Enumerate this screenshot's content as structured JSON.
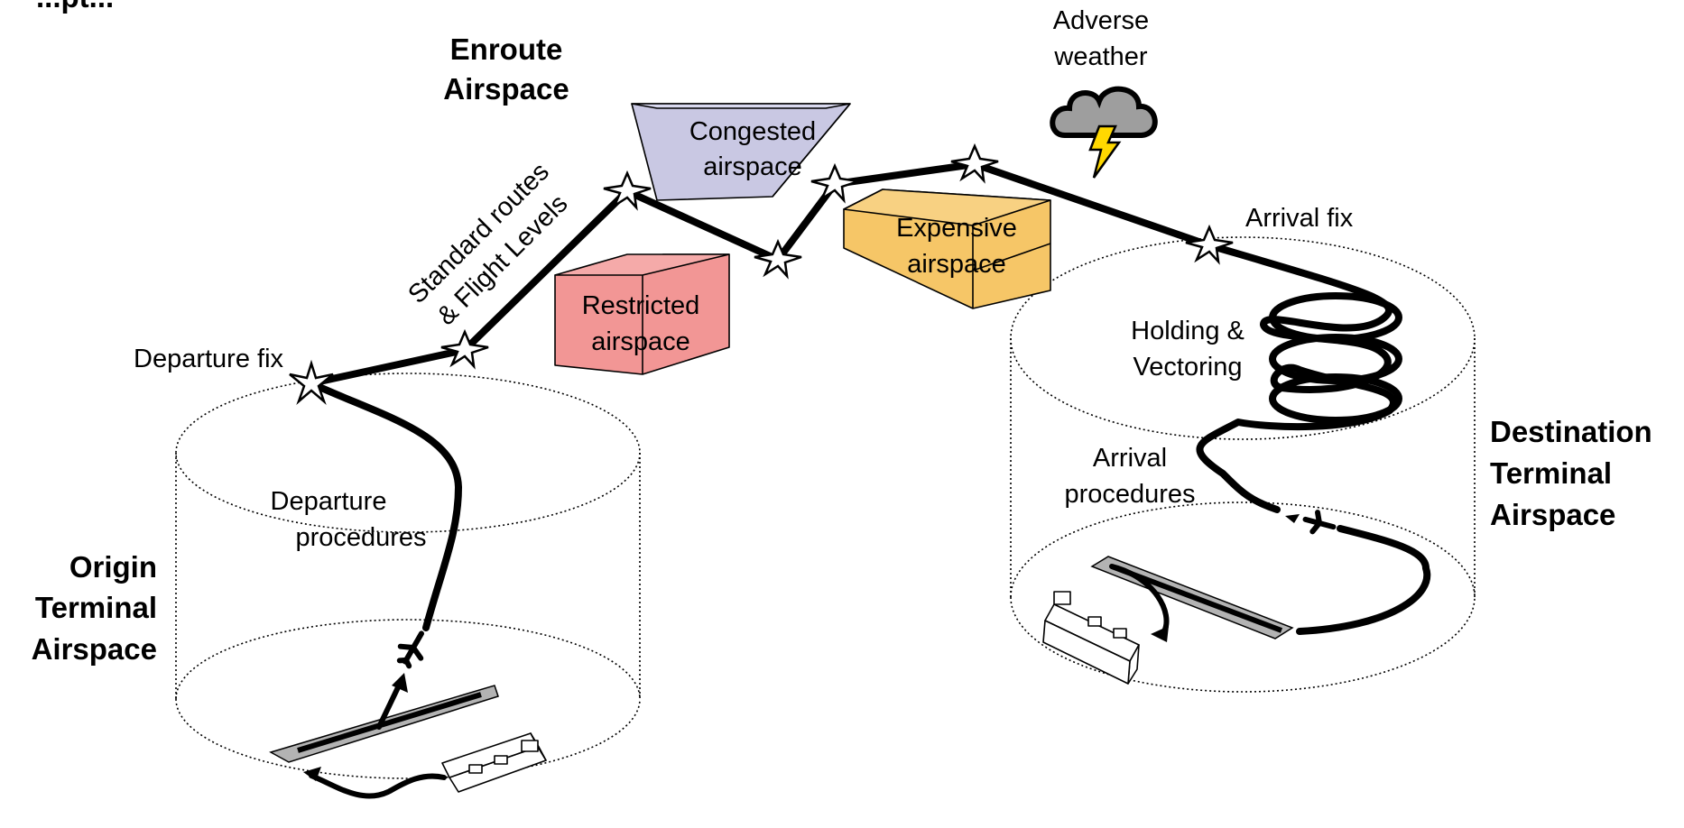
{
  "labels": {
    "header_partial": "...pt...",
    "enroute_line1": "Enroute",
    "enroute_line2": "Airspace",
    "adverse_line1": "Adverse",
    "adverse_line2": "weather",
    "congested_line1": "Congested",
    "congested_line2": "airspace",
    "expensive_line1": "Expensive",
    "expensive_line2": "airspace",
    "restricted_line1": "Restricted",
    "restricted_line2": "airspace",
    "standard_line1": "Standard routes",
    "standard_line2": "& Flight Levels",
    "departure_fix": "Departure fix",
    "arrival_fix": "Arrival fix",
    "holding_line1": "Holding &",
    "holding_line2": "Vectoring",
    "arrival_proc_line1": "Arrival",
    "arrival_proc_line2": "procedures",
    "departure_proc_line1": "Departure",
    "departure_proc_line2": "procedures",
    "origin_line1": "Origin",
    "origin_line2": "Terminal",
    "origin_line3": "Airspace",
    "destination_line1": "Destination",
    "destination_line2": "Terminal",
    "destination_line3": "Airspace"
  },
  "colors": {
    "congested": "#c9c8e3",
    "expensive": "#f6c667",
    "restricted": "#f29695",
    "runway": "#b3b3b3",
    "cloud": "#9e9e9e",
    "lightning": "#ffd800"
  },
  "icons": [
    "star-waypoint-icon",
    "airplane-icon",
    "storm-cloud-icon",
    "lightning-bolt-icon",
    "terminal-building-icon",
    "runway-icon"
  ]
}
